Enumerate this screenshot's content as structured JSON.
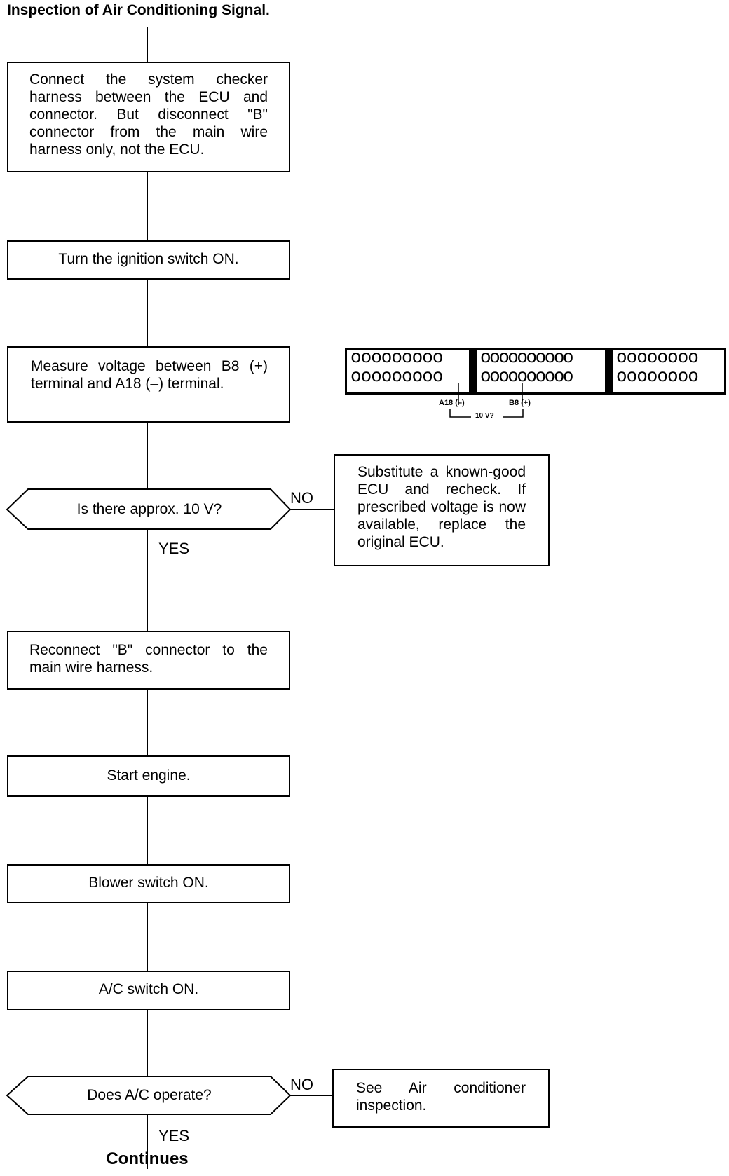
{
  "title": "Inspection of Air Conditioning Signal.",
  "steps": {
    "connect_harness": "Connect the system checker harness between the ECU and connector. But disconnect \"B\" connector from the main wire harness only, not the ECU.",
    "ignition_on": "Turn the ignition switch ON.",
    "measure_voltage": "Measure voltage between B8 (+) terminal and A18 (–) terminal.",
    "reconnect_b": "Reconnect \"B\" connector to the main wire harness.",
    "start_engine": "Start engine.",
    "blower_on": "Blower switch ON.",
    "ac_on": "A/C switch ON."
  },
  "decisions": {
    "voltage_check": "Is there approx. 10 V?",
    "ac_operate": "Does A/C operate?"
  },
  "outcomes": {
    "substitute_ecu": "Substitute a known-good ECU and recheck. If prescribed voltage is now available, replace the original ECU.",
    "see_ac_inspection": "See Air conditioner inspection."
  },
  "labels": {
    "yes": "YES",
    "no": "NO"
  },
  "connector": {
    "pins_left": "ooooooooo",
    "pins_middle": "oooooooooo",
    "pins_right": "oooooooo",
    "terminal_a18": "A18 (–)",
    "terminal_b8": "B8 (+)",
    "voltage_note": "10 V?"
  },
  "footer": "Continues"
}
